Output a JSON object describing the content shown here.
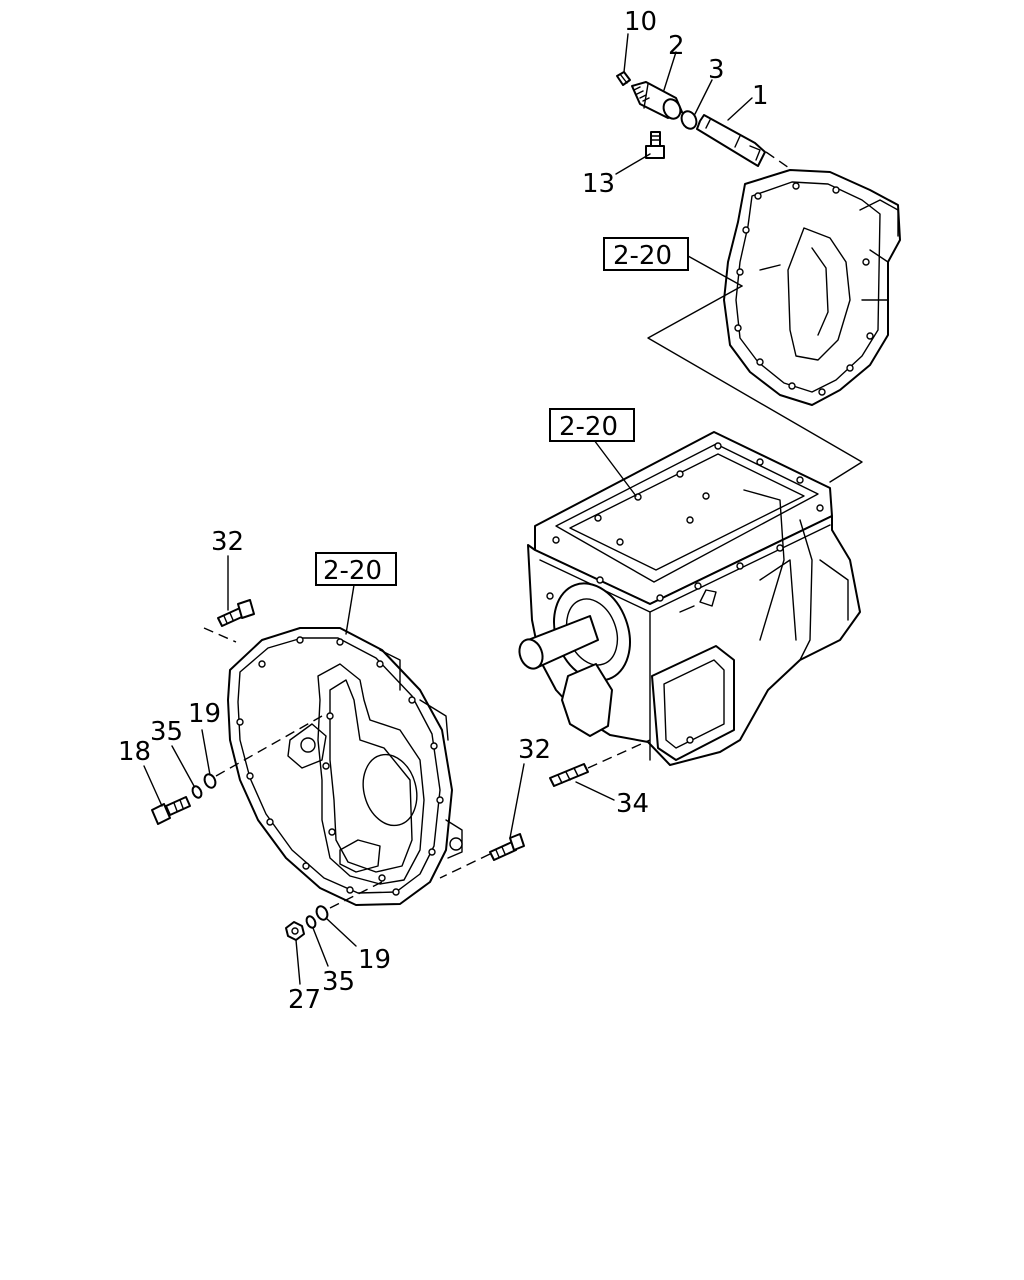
{
  "callouts": {
    "c10": "10",
    "c2": "2",
    "c3": "3",
    "c1": "1",
    "c13": "13",
    "ref_top": "2-20",
    "ref_middle": "2-20",
    "ref_left": "2-20",
    "c32_upper": "32",
    "c19_upper": "19",
    "c35_upper": "35",
    "c18": "18",
    "c32_lower": "32",
    "c34": "34",
    "c19_lower": "19",
    "c35_lower": "35",
    "c27": "27"
  }
}
